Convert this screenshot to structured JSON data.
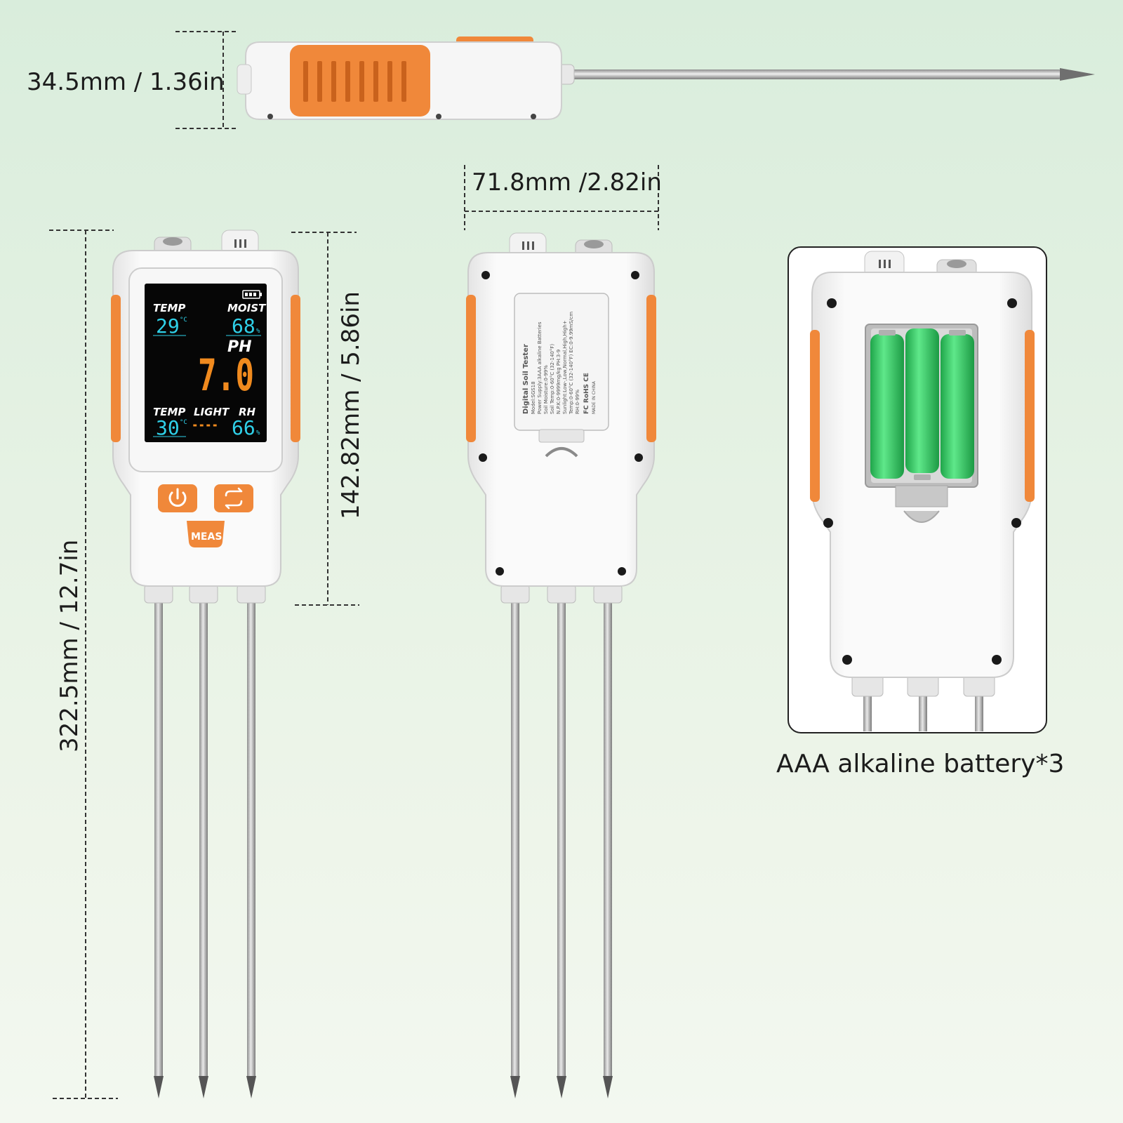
{
  "dimensions": {
    "thickness": "34.5mm / 1.36in",
    "width": "71.8mm /2.82in",
    "total_length": "322.5mm / 12.7in",
    "body_length": "142.82mm / 5.86in"
  },
  "display": {
    "temp_label": "TEMP",
    "temp_value": "29",
    "temp_unit": "°C",
    "moist_label": "MOIST",
    "moist_value": "68",
    "moist_unit": "%",
    "ph_label": "PH",
    "ph_value": "7.0",
    "air_temp_label": "TEMP",
    "air_temp_value": "30",
    "air_temp_unit": "°C",
    "light_label": "LIGHT",
    "light_value": "----",
    "rh_label": "RH",
    "rh_value": "66",
    "rh_unit": "%"
  },
  "buttons": {
    "power": "power-icon",
    "switch": "cycle-icon",
    "meas_label": "MEAS"
  },
  "back_label": {
    "title": "Digital Soil Tester",
    "lines": [
      "Model:SGS18",
      "Power Supply:3AAA alkaline Batteries",
      "Soil Moisture:0-99%",
      "Soil Temp:0-60°C (32-140°F)",
      "N.P.K:0-9999mg/kg     PH:3-9",
      "Sunlight:Low-,Low,Normal,High,High+",
      "Temp:0-60°C (32-140°F)     EC:0-9.99mS/cm",
      "RH:0-99%"
    ],
    "made_in": "MADE IN CHINA",
    "marks": "FC  RoHS  CE"
  },
  "battery_caption": "AAA alkaline battery*3",
  "colors": {
    "accent_orange": "#f0883a",
    "body_white": "#f7f7f7",
    "battery_green": "#3ed46e",
    "lcd_cyan": "#2fd0e8",
    "lcd_orange": "#f08a1e"
  }
}
